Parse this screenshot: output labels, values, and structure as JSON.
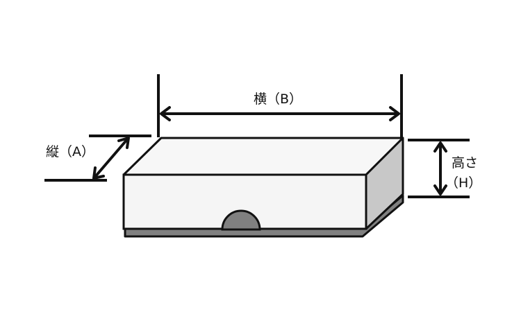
{
  "diagram": {
    "labels": {
      "width": "横（B）",
      "depth": "縦（A）",
      "height_line1": "高さ",
      "height_line2": "（H）"
    },
    "colors": {
      "outline": "#111111",
      "front_face": "#f5f5f5",
      "top_face": "#f7f7f7",
      "side_face": "#c8c8c8",
      "base": "#808080",
      "notch": "#808080"
    }
  }
}
